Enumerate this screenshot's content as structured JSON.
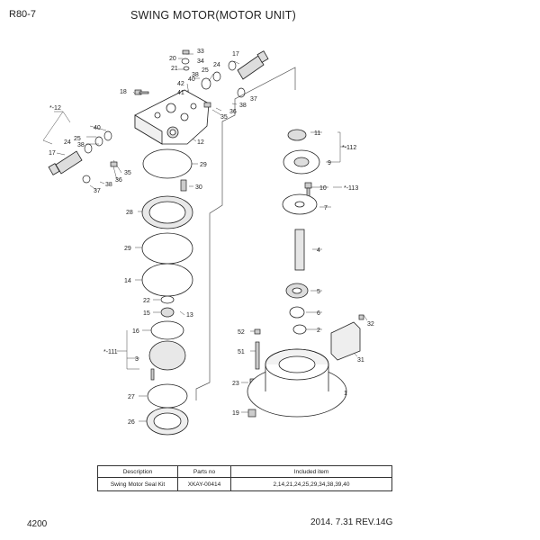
{
  "header": {
    "model": "R80-7",
    "title": "SWING MOTOR(MOTOR UNIT)"
  },
  "callouts": {
    "n33": "33",
    "n20": "20",
    "n34": "34",
    "n21": "21",
    "n17": "17",
    "n24": "24",
    "n25": "25",
    "n38": "38",
    "n40": "40",
    "n42": "42",
    "n41": "41",
    "n18": "18",
    "n37": "37",
    "n36": "36",
    "n35": "35",
    "n12": "12",
    "n11": "11",
    "n9": "9",
    "n29": "29",
    "n30": "30",
    "n10": "10",
    "n28": "28",
    "n7": "7",
    "n4": "4",
    "n14": "14",
    "n5": "5",
    "n22": "22",
    "n15": "15",
    "n13": "13",
    "n6": "6",
    "n16": "16",
    "n3": "3",
    "n2": "2",
    "n52": "52",
    "n51": "51",
    "n32": "32",
    "n31": "31",
    "n27": "27",
    "n1": "1",
    "n26": "26",
    "n23": "23",
    "n19": "19",
    "kit12": "*-12",
    "kit112": "*-112",
    "kit113": "*-113",
    "kit111": "*-111"
  },
  "table": {
    "headers": [
      "Description",
      "Parts no",
      "Included item"
    ],
    "rows": [
      [
        "Swing Motor Seal Kit",
        "XKAY-00414",
        "2,14,21,24,25,29,34,38,39,40"
      ]
    ]
  },
  "footer": {
    "page": "4200",
    "revision": "2014. 7.31  REV.14G"
  }
}
